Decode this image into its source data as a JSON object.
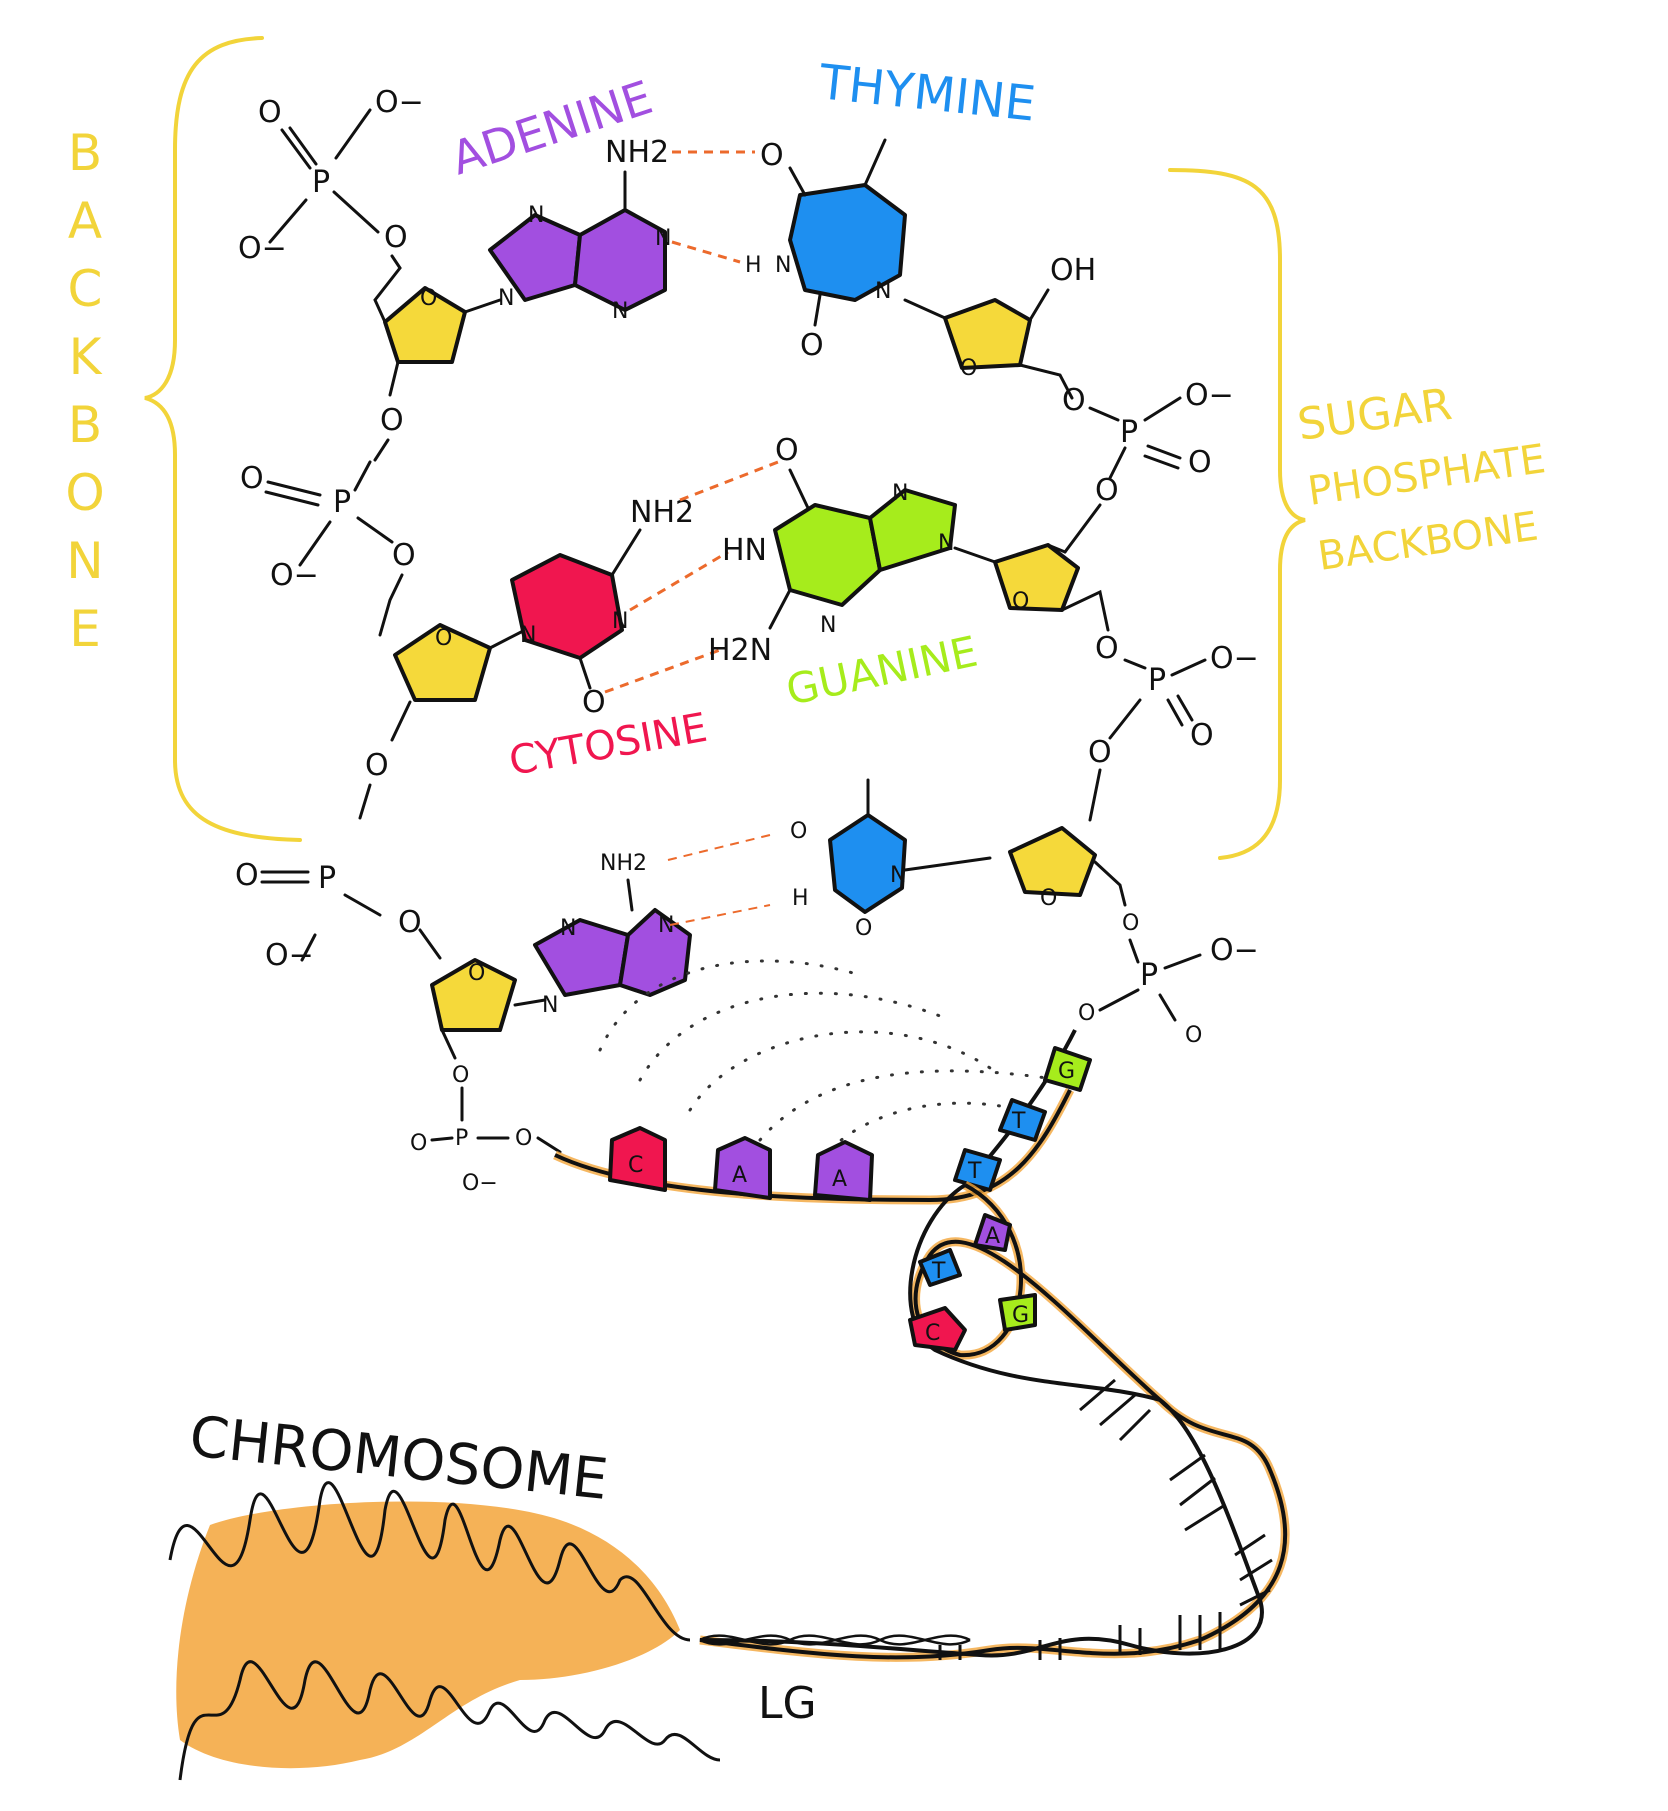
{
  "labels": {
    "backbone_left": "BACKBONE",
    "backbone_right": [
      "SUGAR",
      "PHOSPHATE",
      "BACKBONE"
    ],
    "adenine": "ADENINE",
    "thymine": "THYMINE",
    "cytosine": "CYTOSINE",
    "guanine": "GUANINE",
    "chromosome": "CHROMOSOME",
    "signature": "LG"
  },
  "atoms": {
    "oxygen": "O",
    "oxygen_minus": "O−",
    "phosphorus": "P",
    "nitrogen": "N",
    "amine": "NH2",
    "amine_alt": "H2N",
    "hn": "HN",
    "h": "H",
    "hydroxyl": "OH"
  },
  "ladder_bases": [
    "C",
    "A",
    "A",
    "T",
    "T",
    "G"
  ],
  "helix_bases": [
    "A",
    "T",
    "G",
    "C"
  ],
  "colors": {
    "adenine": "#a24fe0",
    "thymine": "#1e8ff0",
    "cytosine": "#f0164f",
    "guanine": "#a6ec1c",
    "sugar": "#f5d93a",
    "backbone_brace": "#f2d43a",
    "hydrogen_bond": "#ec6a2c",
    "chromosome": "#f3a53a"
  }
}
